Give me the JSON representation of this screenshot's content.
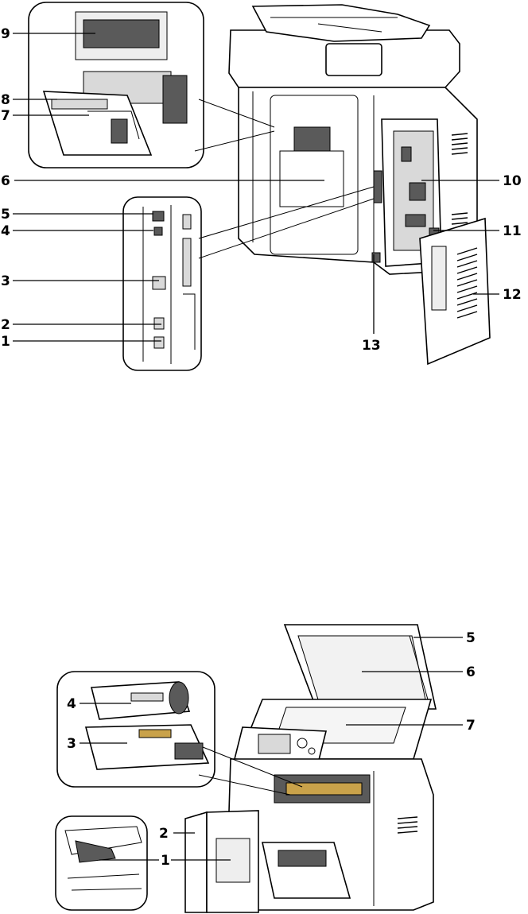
{
  "rear_view": {
    "callouts": [
      {
        "id": "1",
        "label": "1"
      },
      {
        "id": "2",
        "label": "2"
      },
      {
        "id": "3",
        "label": "3"
      },
      {
        "id": "4",
        "label": "4"
      },
      {
        "id": "5",
        "label": "5"
      },
      {
        "id": "6",
        "label": "6"
      },
      {
        "id": "7",
        "label": "7"
      },
      {
        "id": "8",
        "label": "8"
      },
      {
        "id": "9",
        "label": "9"
      },
      {
        "id": "10",
        "label": "10"
      },
      {
        "id": "11",
        "label": "11"
      },
      {
        "id": "12",
        "label": "12"
      },
      {
        "id": "13",
        "label": "13"
      }
    ]
  },
  "front_view": {
    "callouts": [
      {
        "id": "1",
        "label": "1"
      },
      {
        "id": "2",
        "label": "2"
      },
      {
        "id": "3",
        "label": "3"
      },
      {
        "id": "4",
        "label": "4"
      },
      {
        "id": "5",
        "label": "5"
      },
      {
        "id": "6",
        "label": "6"
      },
      {
        "id": "7",
        "label": "7"
      }
    ]
  }
}
